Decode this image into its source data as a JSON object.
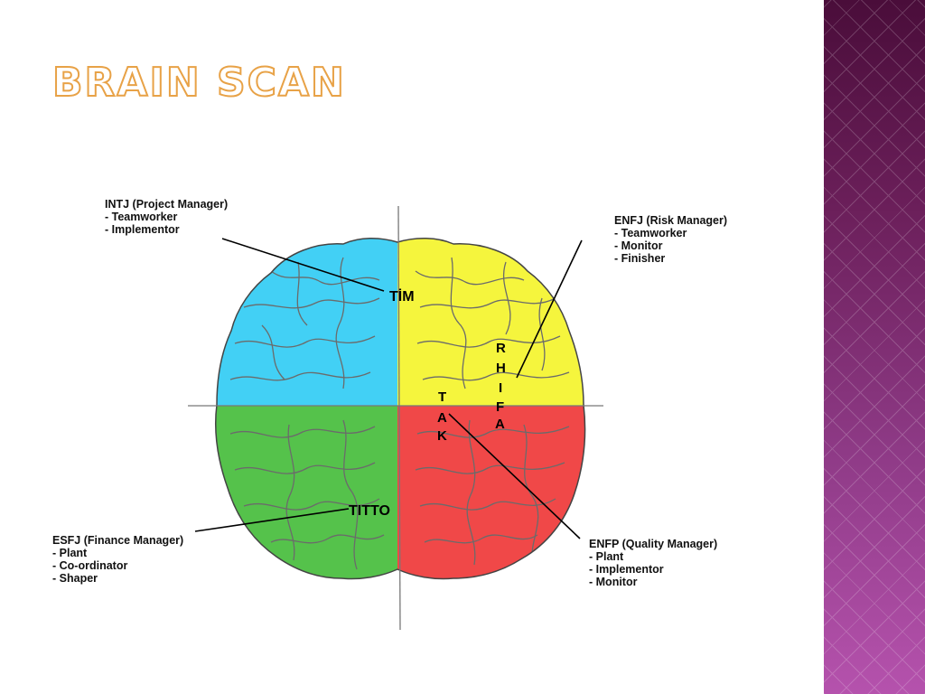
{
  "slide": {
    "title": "Brain Scan",
    "accent_color": "#e8a247",
    "band_color": "#6b1f5a"
  },
  "diagram": {
    "quadrant_colors": {
      "top_left": "#42d0f5",
      "top_right": "#f5f53d",
      "bottom_left": "#55c24b",
      "bottom_right": "#f04848"
    },
    "brain_labels": {
      "tim": "TİM",
      "titto": "TITTO",
      "rhifa": [
        "R",
        "H",
        "I",
        "F",
        "A"
      ],
      "tak": [
        "T",
        "A",
        "K"
      ]
    },
    "callouts": {
      "intj": {
        "heading": "INTJ (Project Manager)",
        "items": [
          "Teamworker",
          "Implementor"
        ]
      },
      "enfj": {
        "heading": "ENFJ (Risk Manager)",
        "items": [
          "Teamworker",
          "Monitor",
          "Finisher"
        ]
      },
      "esfj": {
        "heading": "ESFJ (Finance Manager)",
        "items": [
          "Plant",
          "Co-ordinator",
          "Shaper"
        ]
      },
      "enfp": {
        "heading": "ENFP (Quality Manager)",
        "items": [
          "Plant",
          "Implementor",
          "Monitor"
        ]
      }
    }
  }
}
